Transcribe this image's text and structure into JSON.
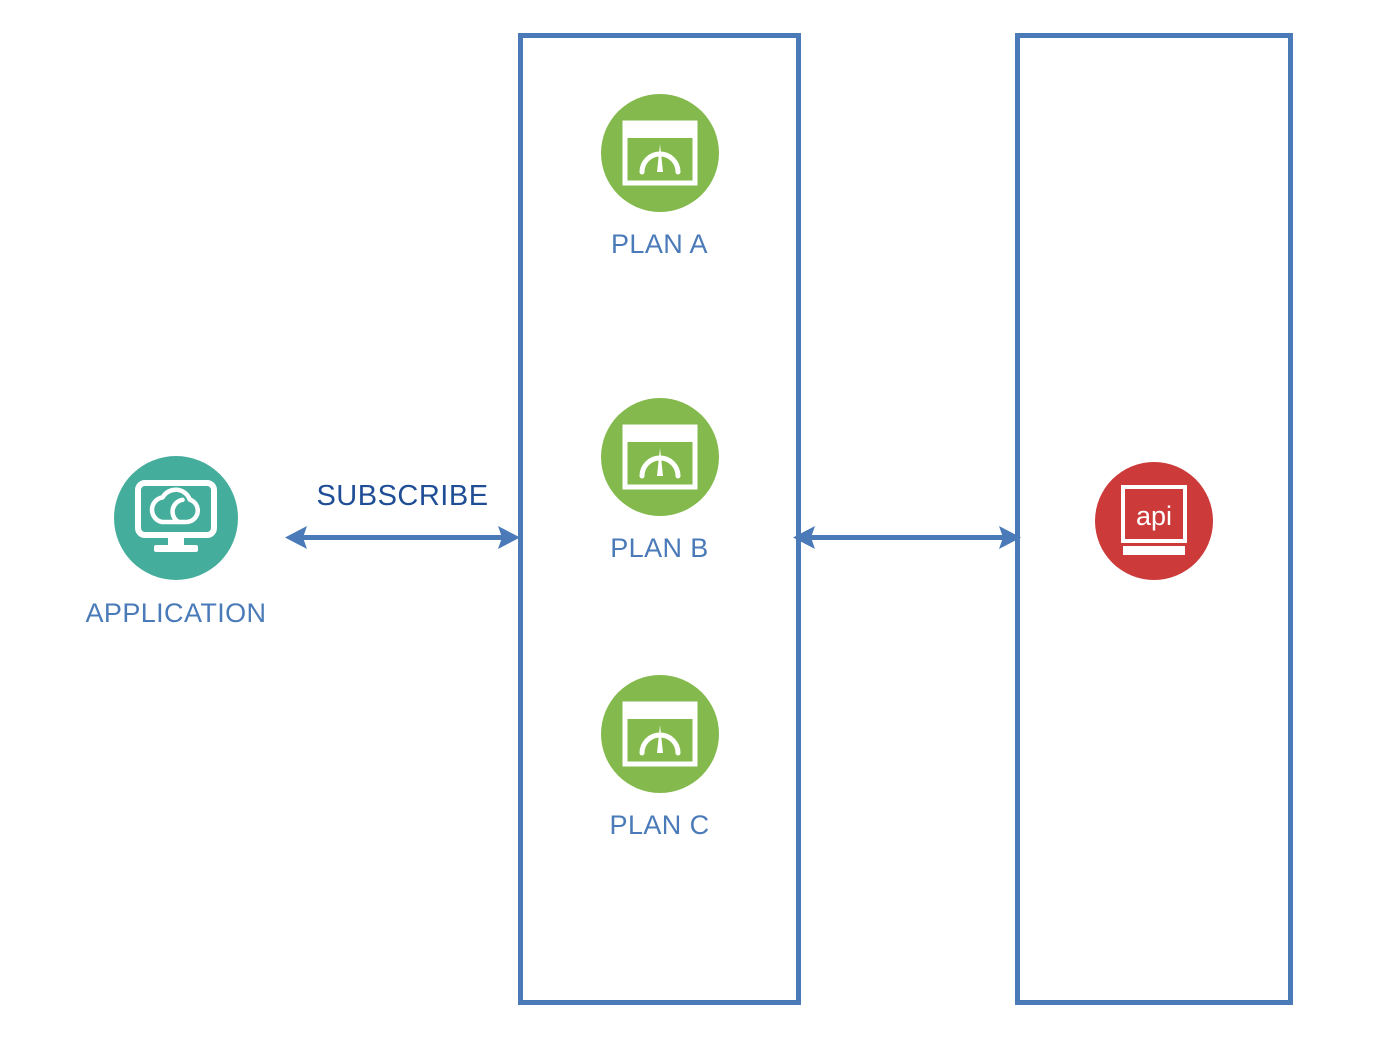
{
  "diagram": {
    "title": "API plan subscription diagram",
    "colors": {
      "application": "#45ad9c",
      "plan": "#84ba4d",
      "api": "#cc3a3a",
      "border": "#4a7ab8",
      "label": "#4a7ab8",
      "arrow": "#4a7ab8",
      "arrow_label": "#1f4e96",
      "background": "#ffffff"
    },
    "nodes": {
      "application": {
        "label": "APPLICATION",
        "icon": "cloud-monitor-icon",
        "color": "#45ad9c"
      },
      "api": {
        "label": "api",
        "icon": "api-square-icon",
        "color": "#cc3a3a"
      }
    },
    "plans_container": {
      "plans": [
        {
          "label": "PLAN A",
          "icon": "plan-gauge-icon"
        },
        {
          "label": "PLAN B",
          "icon": "plan-gauge-icon"
        },
        {
          "label": "PLAN C",
          "icon": "plan-gauge-icon"
        }
      ]
    },
    "arrows": [
      {
        "name": "application-to-plans",
        "label": "SUBSCRIBE",
        "direction": "bidirectional"
      },
      {
        "name": "plans-to-api",
        "label": "",
        "direction": "bidirectional"
      }
    ]
  }
}
